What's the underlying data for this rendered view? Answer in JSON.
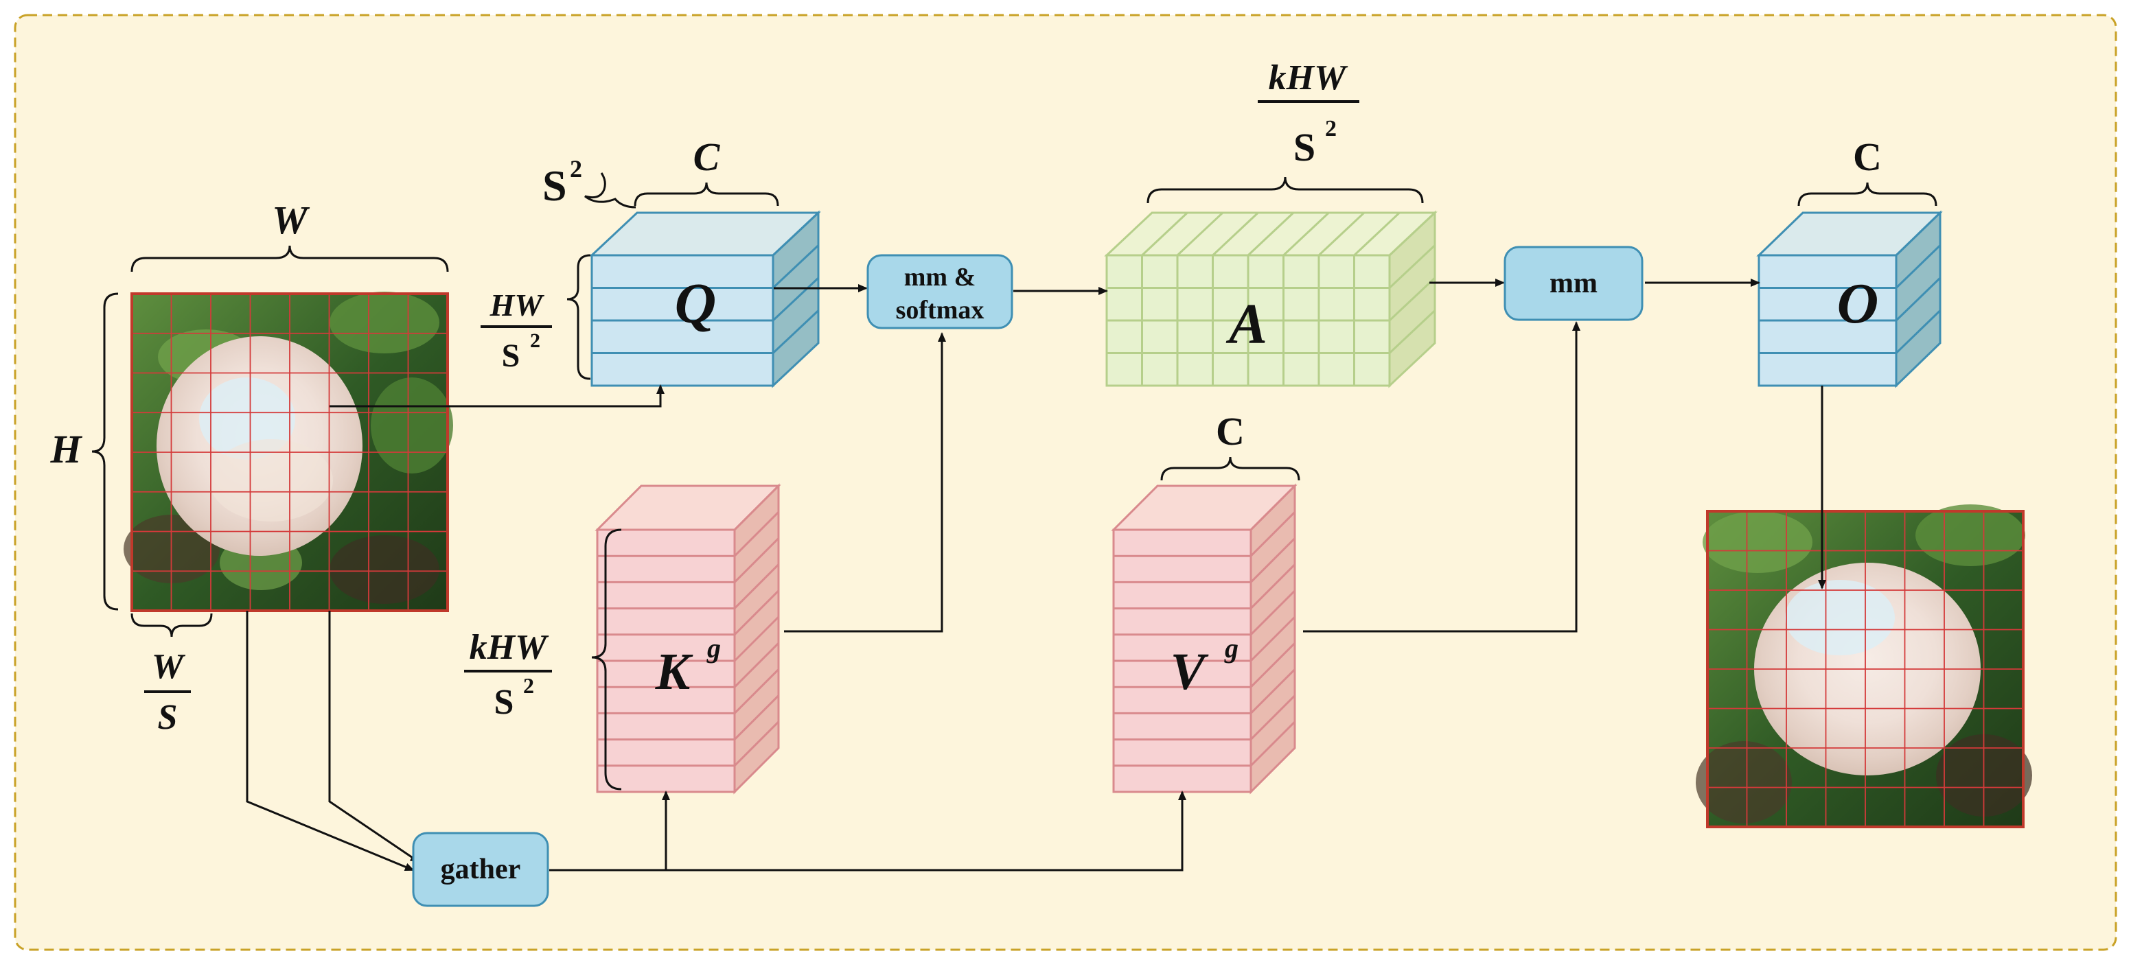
{
  "colors": {
    "background": "#fdf5dc",
    "frame_border": "#c9a227",
    "q_o_fill": "#cde6f2",
    "q_o_stroke": "#3f8fb3",
    "a_fill": "#e7f2cf",
    "a_stroke": "#b6cf8b",
    "kv_fill": "#f7d2d3",
    "kv_stroke": "#d98a8d",
    "op_fill": "#a9d8ea",
    "op_stroke": "#3f8fb3",
    "grid_line": "#d43a3a"
  },
  "labels": {
    "q": "Q",
    "a": "A",
    "o": "O",
    "k": "K",
    "k_sup": "g",
    "v": "V",
    "v_sup": "g",
    "width": "W",
    "height": "H",
    "channels": "C",
    "s": "S",
    "s_sq_sup": "2",
    "hw": "HW",
    "khw": "kHW"
  },
  "operations": {
    "mm_softmax_line1": "mm &",
    "mm_softmax_line2": "softmax",
    "mm": "mm",
    "gather": "gather"
  },
  "images": {
    "input": "rose-photo-grid",
    "output": "rose-photo-grid"
  }
}
